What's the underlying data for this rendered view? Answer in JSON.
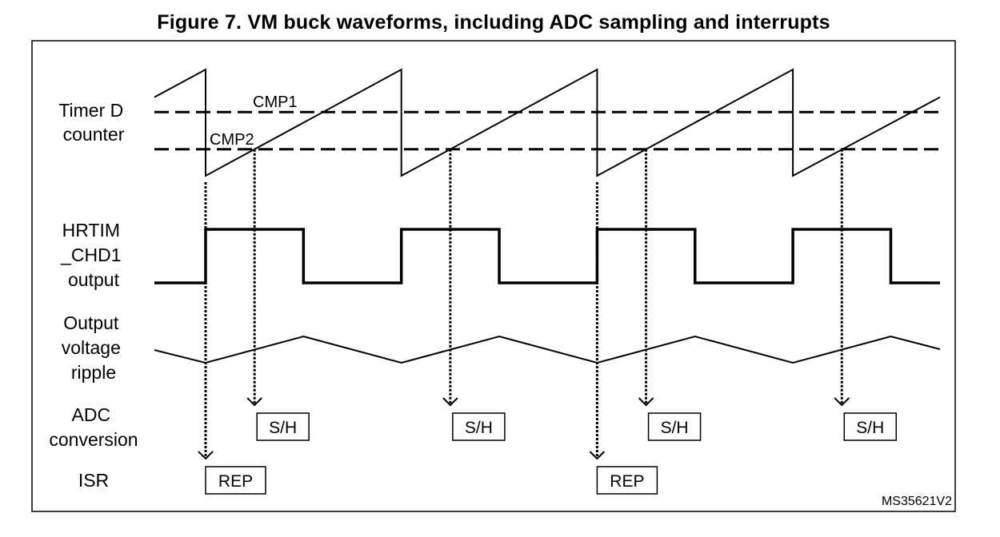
{
  "figure": {
    "title": "Figure 7. VM buck waveforms, including ADC sampling and interrupts",
    "code": "MS35621V2"
  },
  "signals": {
    "timer": {
      "label_lines": [
        "Timer D",
        "counter"
      ]
    },
    "pwm": {
      "label_lines": [
        "HRTIM",
        "_CHD1",
        "output"
      ]
    },
    "ripple": {
      "label_lines": [
        "Output",
        "voltage",
        "ripple"
      ]
    },
    "adc": {
      "label_lines": [
        "ADC",
        "conversion"
      ]
    },
    "isr": {
      "label_lines": [
        "ISR"
      ]
    }
  },
  "thresholds": {
    "cmp1": {
      "label": "CMP1",
      "level": 0.6
    },
    "cmp2": {
      "label": "CMP2",
      "level": 0.25
    }
  },
  "timing": {
    "periods": 4,
    "duty_cycle": 0.5,
    "start_phase": 0.74,
    "end_phase": 0.74
  },
  "events": {
    "adc_label": "S/H",
    "isr_label": "REP",
    "adc_triggers_per_period": [
      1,
      1,
      1,
      1
    ],
    "isr_trigger_periods": [
      0,
      2
    ]
  }
}
